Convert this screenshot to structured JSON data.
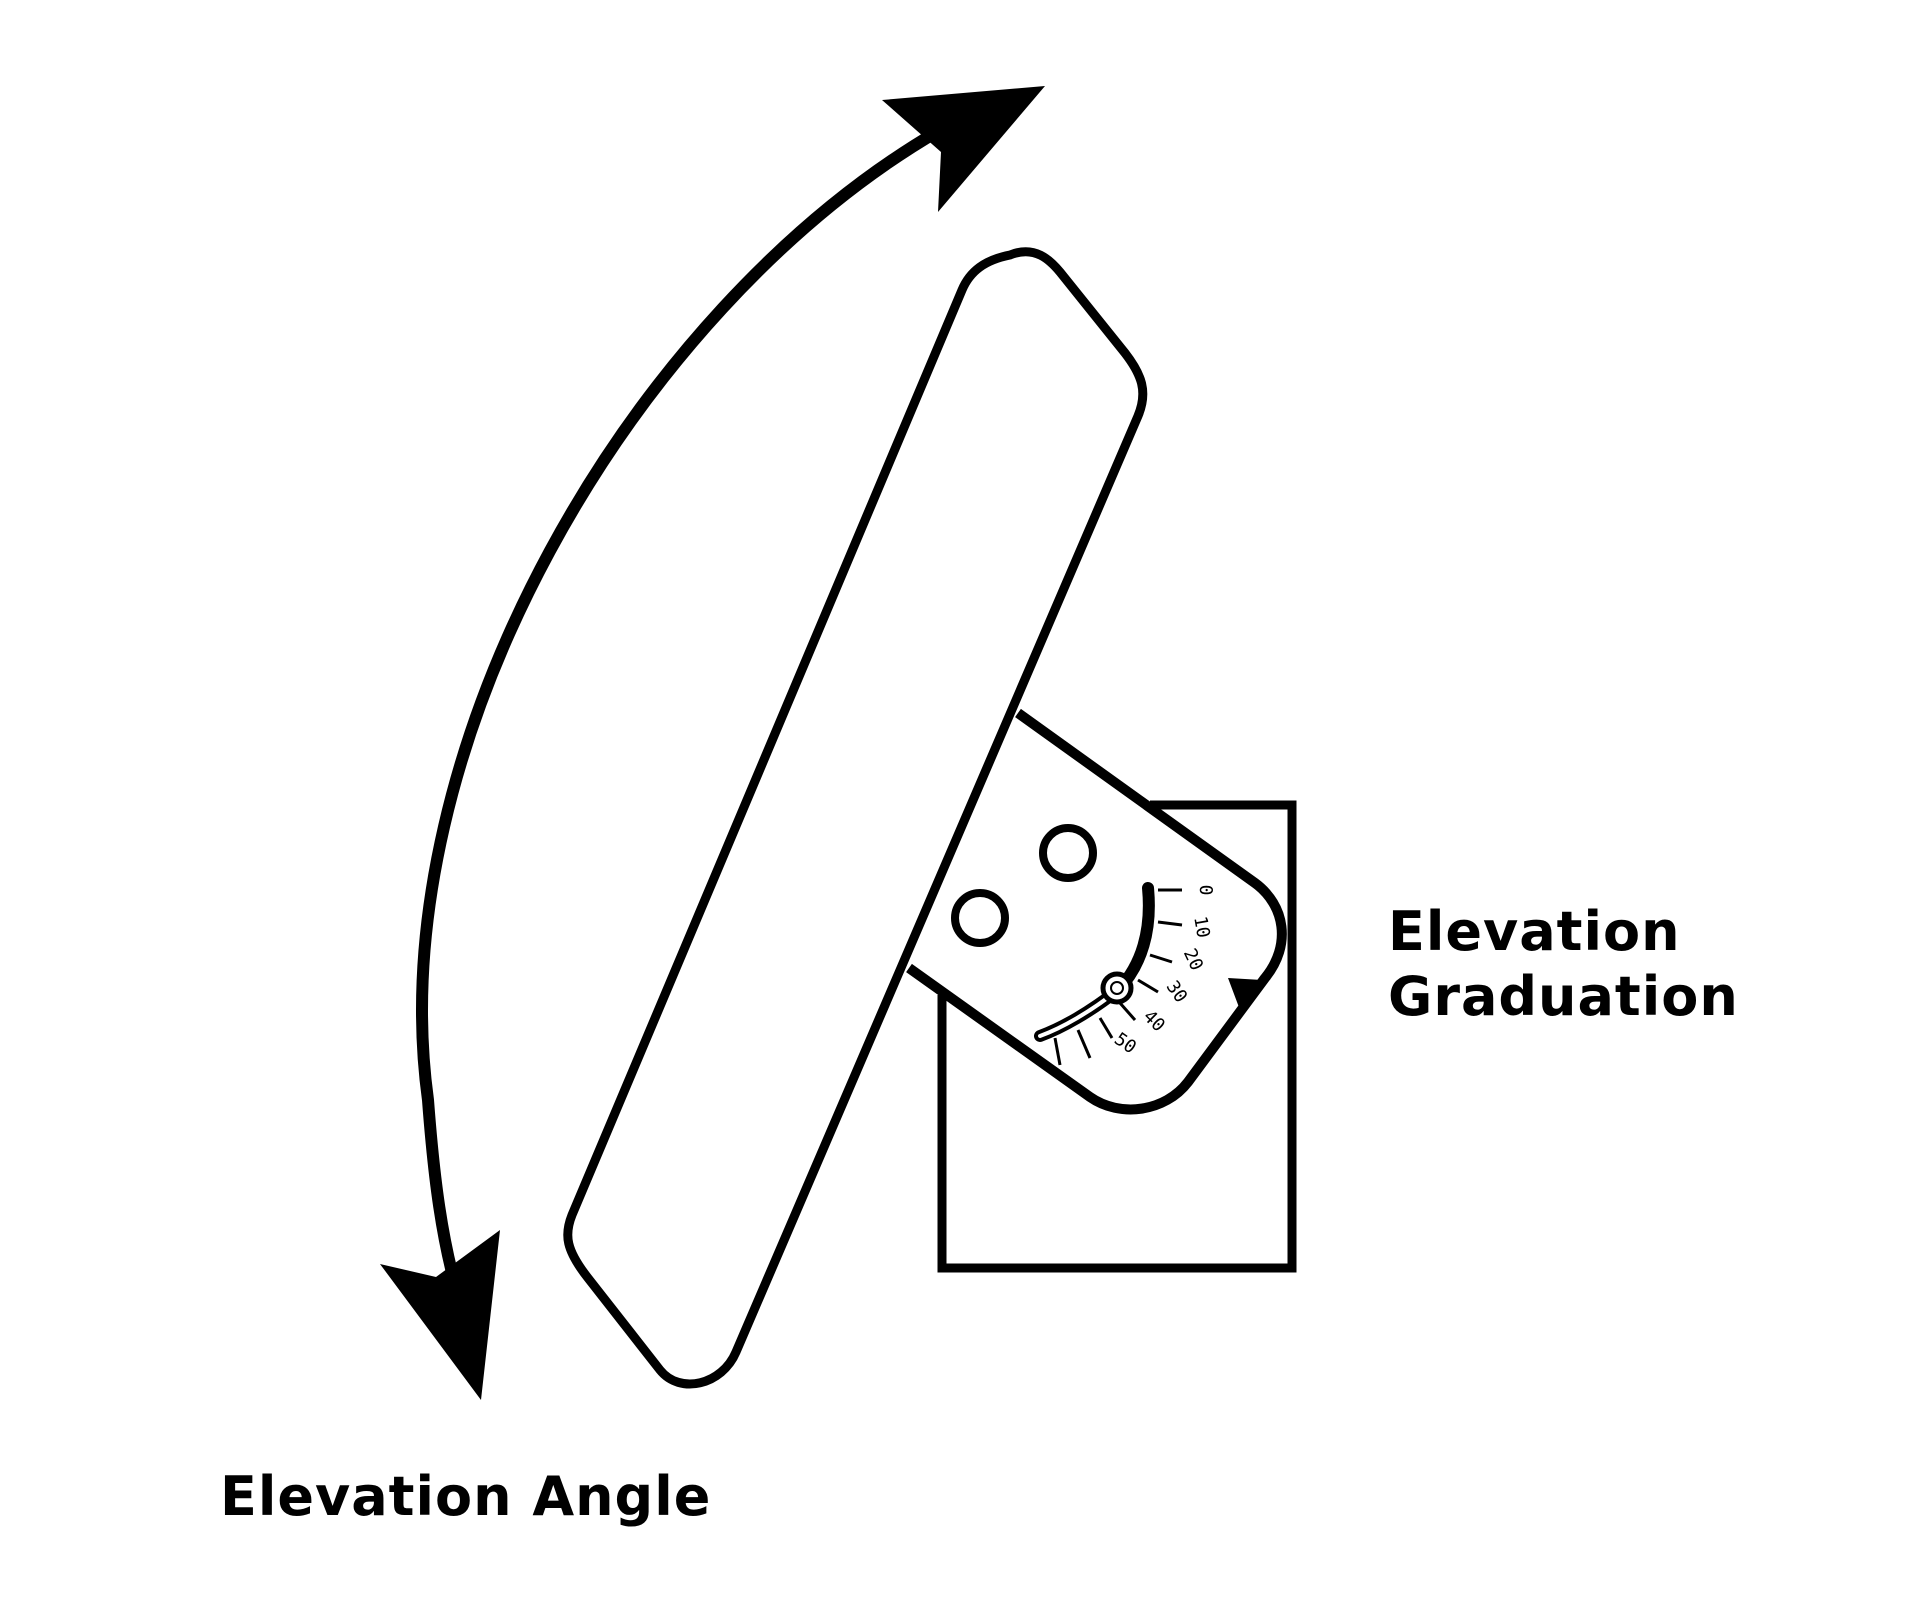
{
  "labels": {
    "elevation_angle": "Elevation Angle",
    "graduation_line1": "Elevation",
    "graduation_line2": "Graduation"
  },
  "scale_ticks": [
    "0",
    "10",
    "20",
    "30",
    "40",
    "50"
  ],
  "colors": {
    "stroke": "#000000",
    "background": "#ffffff"
  }
}
